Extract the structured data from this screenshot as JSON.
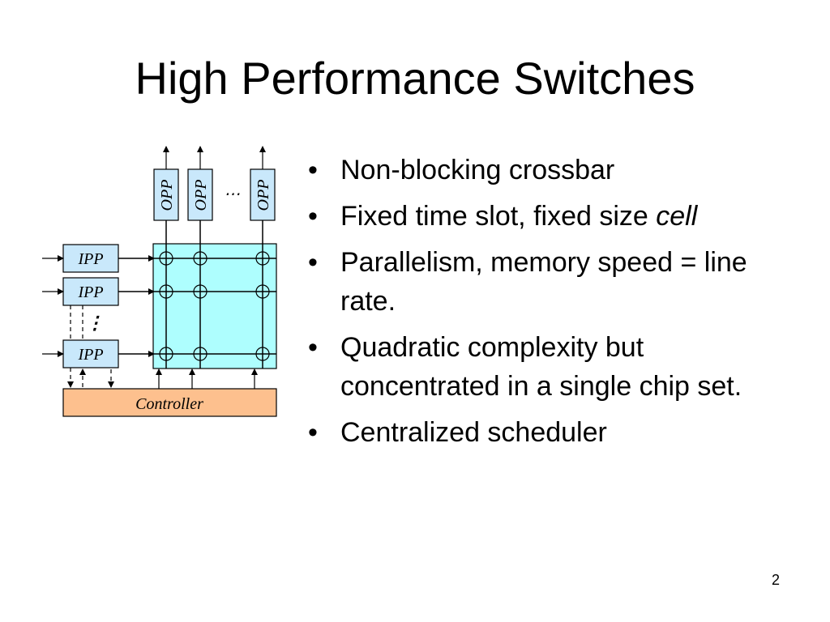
{
  "slide": {
    "title": "High Performance Switches",
    "page_number": "2"
  },
  "bullets": [
    {
      "text": "Non-blocking crossbar"
    },
    {
      "text": "Fixed time slot, fixed size ",
      "emphasis": "cell"
    },
    {
      "text": "Parallelism, memory speed = line rate."
    },
    {
      "text": "Quadratic complexity but concentrated in a single chip set."
    },
    {
      "text": "Centralized scheduler"
    }
  ],
  "bullet_symbol": "•",
  "diagram": {
    "ipp_label": "IPP",
    "opp_label": "OPP",
    "controller_label": "Controller",
    "ellipsis_horizontal": "⋯",
    "ellipsis_vertical": "⋮",
    "colors": {
      "crossbar_fill": "#aefefe",
      "port_fill": "#c9e8fb",
      "controller_fill": "#fdc08e",
      "line": "#000000"
    }
  }
}
